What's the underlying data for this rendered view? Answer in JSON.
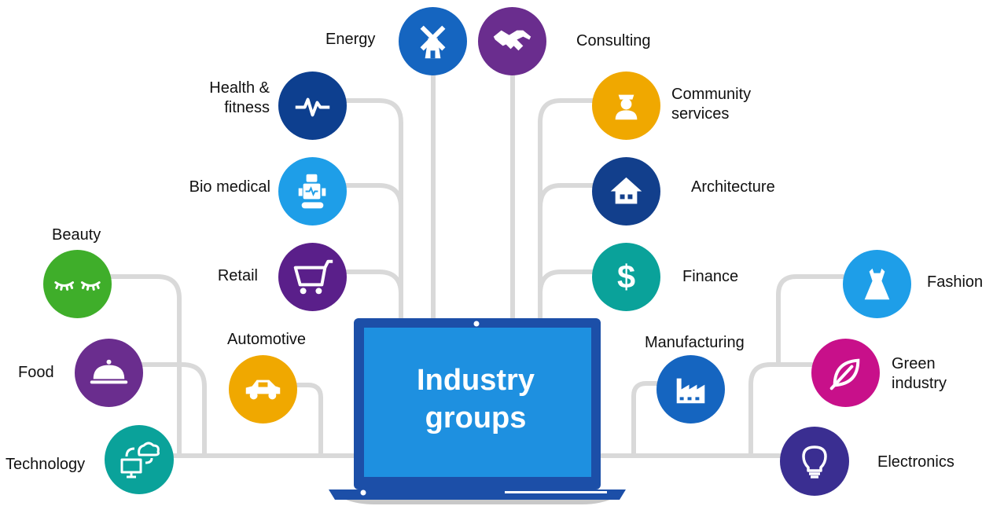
{
  "center": {
    "title_line1": "Industry",
    "title_line2": "groups"
  },
  "nodes": [
    {
      "id": "energy",
      "label": "Energy",
      "color": "#1565c0",
      "icon": "windmill-icon"
    },
    {
      "id": "consulting",
      "label": "Consulting",
      "color": "#6a2d8e",
      "icon": "handshake-icon"
    },
    {
      "id": "health",
      "label_line1": "Health &",
      "label_line2": "fitness",
      "color": "#0d3f8f",
      "icon": "heartbeat-icon"
    },
    {
      "id": "community",
      "label_line1": "Community",
      "label_line2": "services",
      "color": "#f0a800",
      "icon": "police-officer-icon"
    },
    {
      "id": "biomedical",
      "label": "Bio medical",
      "color": "#1e9ee8",
      "icon": "robot-icon"
    },
    {
      "id": "architecture",
      "label": "Architecture",
      "color": "#123f8c",
      "icon": "house-icon"
    },
    {
      "id": "retail",
      "label": "Retail",
      "color": "#5a1f8a",
      "icon": "shopping-cart-icon"
    },
    {
      "id": "finance",
      "label": "Finance",
      "color": "#0aa29a",
      "icon": "dollar-icon"
    },
    {
      "id": "beauty",
      "label": "Beauty",
      "color": "#3fae2a",
      "icon": "eyelashes-icon"
    },
    {
      "id": "fashion",
      "label": "Fashion",
      "color": "#1e9ee8",
      "icon": "dress-icon"
    },
    {
      "id": "food",
      "label": "Food",
      "color": "#6a2d8e",
      "icon": "cloche-icon"
    },
    {
      "id": "automotive",
      "label": "Automotive",
      "color": "#f0a800",
      "icon": "car-icon"
    },
    {
      "id": "manufacturing",
      "label": "Manufacturing",
      "color": "#1565c0",
      "icon": "factory-icon"
    },
    {
      "id": "green",
      "label_line1": "Green",
      "label_line2": "industry",
      "color": "#c8108a",
      "icon": "leaf-icon"
    },
    {
      "id": "technology",
      "label": "Technology",
      "color": "#0aa29a",
      "icon": "cloud-computer-icon"
    },
    {
      "id": "electronics",
      "label": "Electronics",
      "color": "#3a2e91",
      "icon": "lightbulb-icon"
    }
  ],
  "colors": {
    "connector": "#d9d9d9",
    "laptop_frame": "#1c4fa8",
    "laptop_screen": "#1e90e0",
    "laptop_base": "#1c4fa8"
  }
}
